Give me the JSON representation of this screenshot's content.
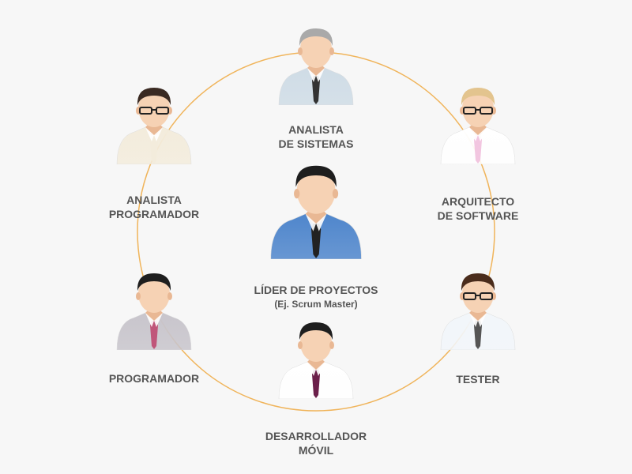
{
  "roles": [
    {
      "id": "analista-sistemas",
      "line1": "ANALISTA",
      "line2": "DE SISTEMAS",
      "hair": "#a9a9a9",
      "shirt": "#cfdce6",
      "tie": "#333333",
      "glasses": false
    },
    {
      "id": "arquitecto-software",
      "line1": "ARQUITECTO",
      "line2": "DE SOFTWARE",
      "hair": "#e3c48e",
      "shirt": "#ffffff",
      "tie": "#f2c6e0",
      "glasses": true
    },
    {
      "id": "analista-programador",
      "line1": "ANALISTA",
      "line2": "PROGRAMADOR",
      "hair": "#3a2a22",
      "shirt": "#f3ecdc",
      "tie": "#f3ecdc",
      "glasses": true
    },
    {
      "id": "lider-proyectos",
      "line1": "LÍDER DE PROYECTOS",
      "line2": "(Ej. Scrum Master)",
      "hair": "#1e1e1e",
      "shirt": "#4f86cc",
      "tie": "#222222",
      "glasses": false
    },
    {
      "id": "programador",
      "line1": "PROGRAMADOR",
      "line2": "",
      "hair": "#1e1e1e",
      "shirt": "#c8c5cc",
      "tie": "#c0567a",
      "glasses": false
    },
    {
      "id": "tester",
      "line1": "TESTER",
      "line2": "",
      "hair": "#4a2c1c",
      "shirt": "#f2f6fa",
      "tie": "#555555",
      "glasses": true
    },
    {
      "id": "desarrollador-movil",
      "line1": "DESARROLLADOR",
      "line2": "MÓVIL",
      "hair": "#1e1e1e",
      "shirt": "#ffffff",
      "tie": "#6b1f4a",
      "glasses": false
    }
  ],
  "colors": {
    "ring": "#f0b45a",
    "skin": "#f6d2b4",
    "skin_shadow": "#e9b894"
  }
}
